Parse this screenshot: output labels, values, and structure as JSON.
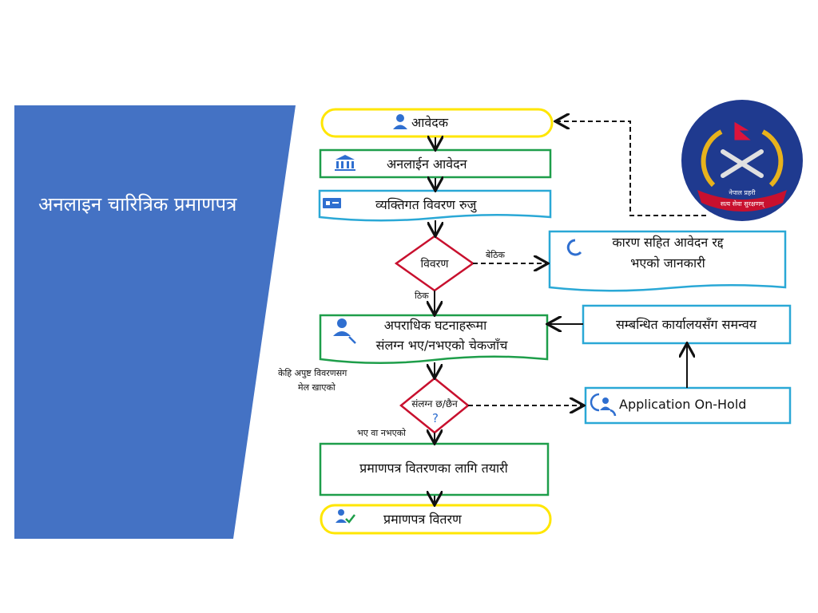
{
  "slide": {
    "title": "अनलाइन चारित्रिक प्रमाणपत्र",
    "colors": {
      "panel": "#4472c4",
      "yellow": "#ffe600",
      "green": "#1e9e4a",
      "blue": "#2aa8d6",
      "red": "#c8102e",
      "arrow": "#111111"
    }
  },
  "flow": {
    "applicant": "आवेदक",
    "online_application": "अनलाईन आवेदन",
    "personal_details": "व्यक्तिगत विवरण रुजु",
    "details_decision": "विवरण",
    "label_wrong": "बेठिक",
    "label_correct": "ठिक",
    "rejection_line1": "कारण सहित आवेदन रद्द",
    "rejection_line2": "भएको जानकारी",
    "criminal_check_line1": "अपराधिक घटनाहरूमा",
    "criminal_check_line2": "संलग्न भए/नभएको  चेकजाँच",
    "coordination": "सम्बन्धित कार्यालयसँग समन्वय",
    "unverified_note_line1": "केहि अपुष्ट विवरणसग",
    "unverified_note_line2": "मेल खाएको",
    "involved_decision": "संलग्न छ/छैन",
    "question_mark": "?",
    "on_hold": "Application On-Hold",
    "either_case": "भए वा नभएको",
    "preparation": "प्रमाणपत्र वितरणका लागि तयारी",
    "distribution": "प्रमाणपत्र वितरण"
  },
  "logo": {
    "text_top": "नेपाल प्रहरी",
    "text_bottom": "सत्य सेवा सुरक्षणम्",
    "icons": [
      "nepal-flag-icon",
      "crossed-khukuri-icon",
      "laurel-wreath-icon"
    ]
  }
}
